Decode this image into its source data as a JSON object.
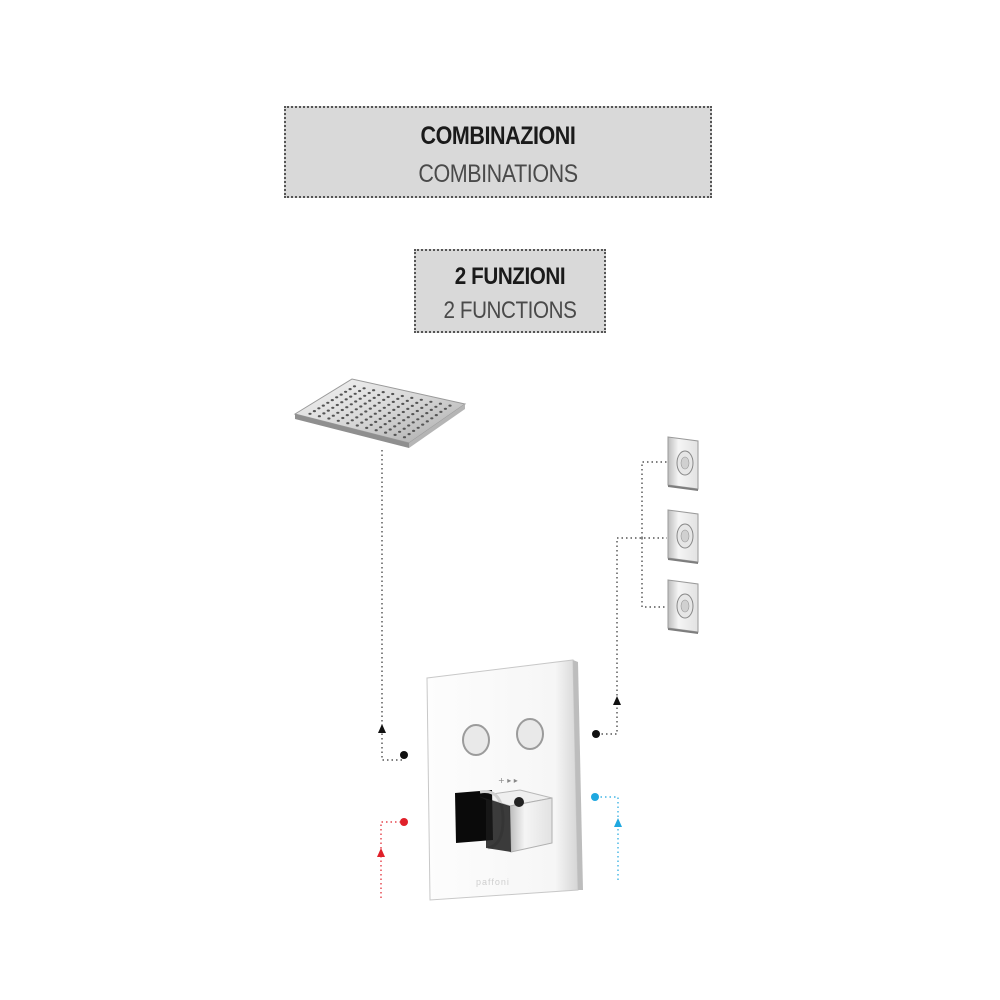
{
  "header": {
    "title_it": "COMBINAZIONI",
    "title_en": "COMBINATIONS"
  },
  "subheader": {
    "title_it": "2 FUNZIONI",
    "title_en": "2 FUNCTIONS"
  },
  "colors": {
    "hot_line": "#e0202a",
    "cold_line": "#1fa8e0",
    "outlet_line": "#222222",
    "box_fill": "#d9d9d9"
  },
  "components": {
    "rain_shower_head": "square-rain-shower-head",
    "body_jets": [
      "body-jet-1",
      "body-jet-2",
      "body-jet-3"
    ],
    "thermostatic_mixer": "thermostatic-mixer-2-buttons",
    "mixer_brand": "paffoni"
  }
}
